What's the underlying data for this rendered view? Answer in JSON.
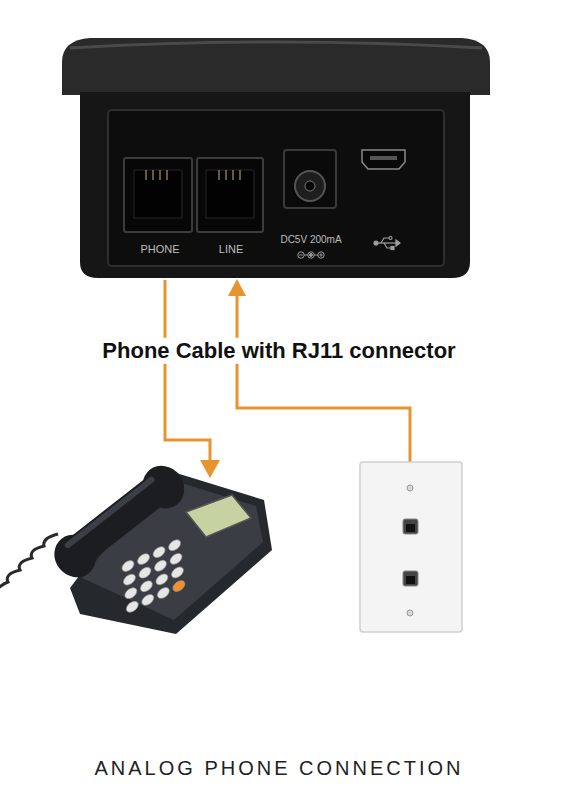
{
  "diagram": {
    "caption": "ANALOG PHONE CONNECTION",
    "labels": [
      "PHONE",
      "LINE",
      "DC5V 200mA",
      "Phone Cable with RJ11 connector"
    ]
  }
}
